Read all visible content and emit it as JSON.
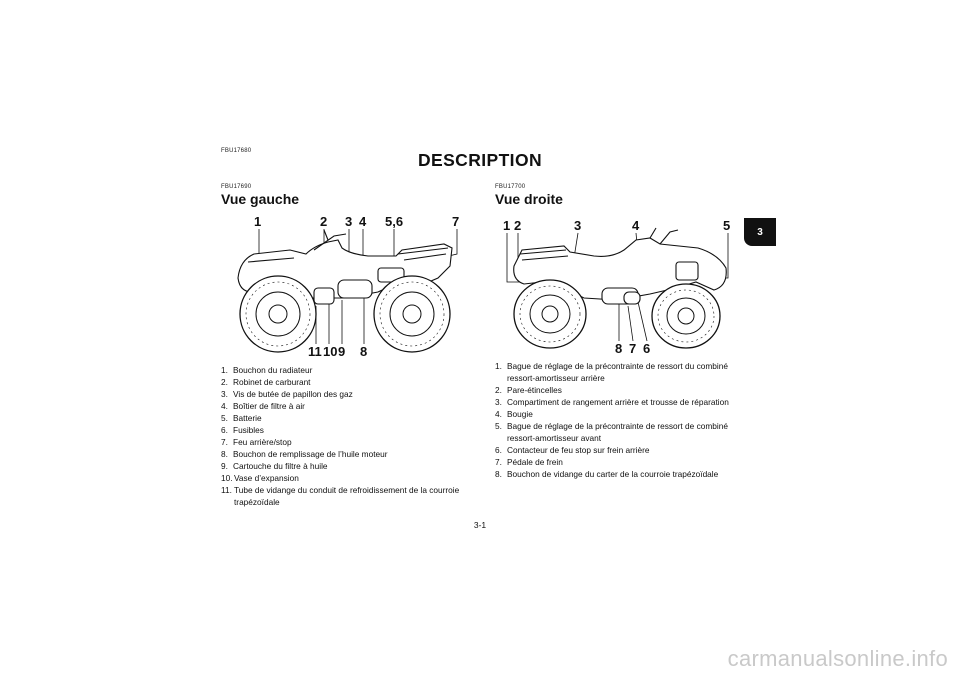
{
  "header": {
    "code": "FBU17680",
    "title": "DESCRIPTION"
  },
  "tab_number": "3",
  "left": {
    "code": "FBU17690",
    "heading": "Vue gauche",
    "callouts_top": [
      "1",
      "2",
      "3",
      "4",
      "5,6",
      "7"
    ],
    "callouts_bottom": [
      "11",
      "10",
      "9",
      "8"
    ],
    "items": [
      {
        "num": "1.",
        "text": "Bouchon du radiateur"
      },
      {
        "num": "2.",
        "text": "Robinet de carburant"
      },
      {
        "num": "3.",
        "text": "Vis de butée de papillon des gaz"
      },
      {
        "num": "4.",
        "text": "Boîtier de filtre à air"
      },
      {
        "num": "5.",
        "text": "Batterie"
      },
      {
        "num": "6.",
        "text": "Fusibles"
      },
      {
        "num": "7.",
        "text": "Feu arrière/stop"
      },
      {
        "num": "8.",
        "text": "Bouchon de remplissage de l’huile moteur"
      },
      {
        "num": "9.",
        "text": "Cartouche du filtre à huile"
      },
      {
        "num": "10.",
        "text": "Vase d’expansion"
      },
      {
        "num": "11.",
        "text": "Tube de vidange du conduit de refroidissement de la courroie trapézoïdale"
      }
    ]
  },
  "right": {
    "code": "FBU17700",
    "heading": "Vue droite",
    "callouts_top": [
      "1",
      "2",
      "3",
      "4",
      "5"
    ],
    "callouts_bottom": [
      "8",
      "7",
      "6"
    ],
    "items": [
      {
        "num": "1.",
        "text": "Bague de réglage de la précontrainte de ressort du combiné ressort-amortisseur arrière"
      },
      {
        "num": "2.",
        "text": "Pare-étincelles"
      },
      {
        "num": "3.",
        "text": "Compartiment de rangement arrière et trousse de réparation"
      },
      {
        "num": "4.",
        "text": "Bougie"
      },
      {
        "num": "5.",
        "text": "Bague de réglage de la précontrainte de ressort de combiné ressort-amortisseur avant"
      },
      {
        "num": "6.",
        "text": "Contacteur de feu stop sur frein arrière"
      },
      {
        "num": "7.",
        "text": "Pédale de frein"
      },
      {
        "num": "8.",
        "text": "Bouchon de vidange du carter de la courroie trapézoïdale"
      }
    ]
  },
  "page_number": "3-1",
  "watermark": "carmanualsonline.info"
}
